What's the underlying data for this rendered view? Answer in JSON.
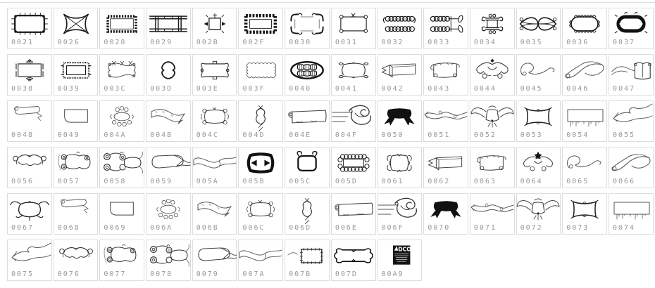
{
  "colors": {
    "background": "#ffffff",
    "cell_border": "#dddddd",
    "top_divider": "#dddddd",
    "glyph_ink": "#1a1a1a",
    "code_text": "#999999"
  },
  "foundry_logo_text": "DCO",
  "glyphs": [
    {
      "code": "0021",
      "shape": "tick-frame"
    },
    {
      "code": "0026",
      "shape": "star-x"
    },
    {
      "code": "0028",
      "shape": "scallop-rect"
    },
    {
      "code": "0029",
      "shape": "rail-frame"
    },
    {
      "code": "002B",
      "shape": "point-square"
    },
    {
      "code": "002F",
      "shape": "lace-rect"
    },
    {
      "code": "0030",
      "shape": "corner-brackets"
    },
    {
      "code": "0031",
      "shape": "curl-corner-frame"
    },
    {
      "code": "0032",
      "shape": "coil-rect"
    },
    {
      "code": "0033",
      "shape": "coil-leaves"
    },
    {
      "code": "0034",
      "shape": "mini-scroll-frame"
    },
    {
      "code": "0035",
      "shape": "woven-lens"
    },
    {
      "code": "0036",
      "shape": "loop-rect"
    },
    {
      "code": "0037",
      "shape": "bold-capsule"
    },
    {
      "code": "0038",
      "shape": "curl-frame"
    },
    {
      "code": "0039",
      "shape": "dotted-double-rect"
    },
    {
      "code": "003C",
      "shape": "xo-lace-frame"
    },
    {
      "code": "003D",
      "shape": "curly-square"
    },
    {
      "code": "003E",
      "shape": "hook-frame"
    },
    {
      "code": "003F",
      "shape": "squiggle-rect"
    },
    {
      "code": "0040",
      "shape": "oval-links"
    },
    {
      "code": "0041",
      "shape": "curvy-cartouche"
    },
    {
      "code": "0042",
      "shape": "ribbon-banner"
    },
    {
      "code": "0043",
      "shape": "scroll-banner"
    },
    {
      "code": "0044",
      "shape": "crest-curls"
    },
    {
      "code": "0045",
      "shape": "curly-scroll"
    },
    {
      "code": "0046",
      "shape": "wavy-ribbon"
    },
    {
      "code": "0047",
      "shape": "ribbon-into-frame"
    },
    {
      "code": "0048",
      "shape": "small-curl-banner"
    },
    {
      "code": "0049",
      "shape": "notched-flag"
    },
    {
      "code": "004A",
      "shape": "circle-ornament"
    },
    {
      "code": "004B",
      "shape": "folded-banner"
    },
    {
      "code": "004C",
      "shape": "scroll-cartouche"
    },
    {
      "code": "004D",
      "shape": "small-shield"
    },
    {
      "code": "004E",
      "shape": "long-scroll"
    },
    {
      "code": "004F",
      "shape": "horn-banner"
    },
    {
      "code": "0050",
      "shape": "solid-ribbon"
    },
    {
      "code": "0051",
      "shape": "flame-banner"
    },
    {
      "code": "0052",
      "shape": "winged-banner"
    },
    {
      "code": "0053",
      "shape": "concave-frame"
    },
    {
      "code": "0054",
      "shape": "drip-rect"
    },
    {
      "code": "0055",
      "shape": "flame-piece"
    },
    {
      "code": "0056",
      "shape": "curly-banner"
    },
    {
      "code": "0057",
      "shape": "spiral-banner"
    },
    {
      "code": "0058",
      "shape": "spiral-cluster"
    },
    {
      "code": "0059",
      "shape": "loop-banner"
    },
    {
      "code": "005A",
      "shape": "wave-banner"
    },
    {
      "code": "005B",
      "shape": "bold-cartouche"
    },
    {
      "code": "005C",
      "shape": "eared-frame"
    },
    {
      "code": "005D",
      "shape": "coil-border-rect"
    },
    {
      "code": "0061",
      "shape": "bracket-cartouche"
    },
    {
      "code": "0062",
      "shape": "ribbon-banner"
    },
    {
      "code": "0063",
      "shape": "scroll-banner"
    },
    {
      "code": "0064",
      "shape": "crest-star"
    },
    {
      "code": "0065",
      "shape": "curly-scroll"
    },
    {
      "code": "0066",
      "shape": "wavy-ribbon"
    },
    {
      "code": "0067",
      "shape": "horned-cartouche"
    },
    {
      "code": "0068",
      "shape": "small-curl-banner"
    },
    {
      "code": "0069",
      "shape": "notched-flag"
    },
    {
      "code": "006A",
      "shape": "circle-ornament"
    },
    {
      "code": "006B",
      "shape": "folded-banner"
    },
    {
      "code": "006C",
      "shape": "scroll-cartouche"
    },
    {
      "code": "006D",
      "shape": "small-shield"
    },
    {
      "code": "006E",
      "shape": "long-scroll"
    },
    {
      "code": "006F",
      "shape": "horn-banner"
    },
    {
      "code": "0070",
      "shape": "solid-ribbon"
    },
    {
      "code": "0071",
      "shape": "flame-banner"
    },
    {
      "code": "0072",
      "shape": "winged-banner"
    },
    {
      "code": "0073",
      "shape": "concave-frame"
    },
    {
      "code": "0074",
      "shape": "drip-rect"
    },
    {
      "code": "0075",
      "shape": "flame-piece"
    },
    {
      "code": "0076",
      "shape": "curly-banner"
    },
    {
      "code": "0077",
      "shape": "spiral-banner"
    },
    {
      "code": "0078",
      "shape": "spiral-cluster"
    },
    {
      "code": "0079",
      "shape": "loop-banner"
    },
    {
      "code": "007A",
      "shape": "wave-banner"
    },
    {
      "code": "007B",
      "shape": "stitched-patch"
    },
    {
      "code": "007D",
      "shape": "bracket-frame"
    },
    {
      "code": "00A9",
      "shape": "foundry-logo"
    }
  ]
}
